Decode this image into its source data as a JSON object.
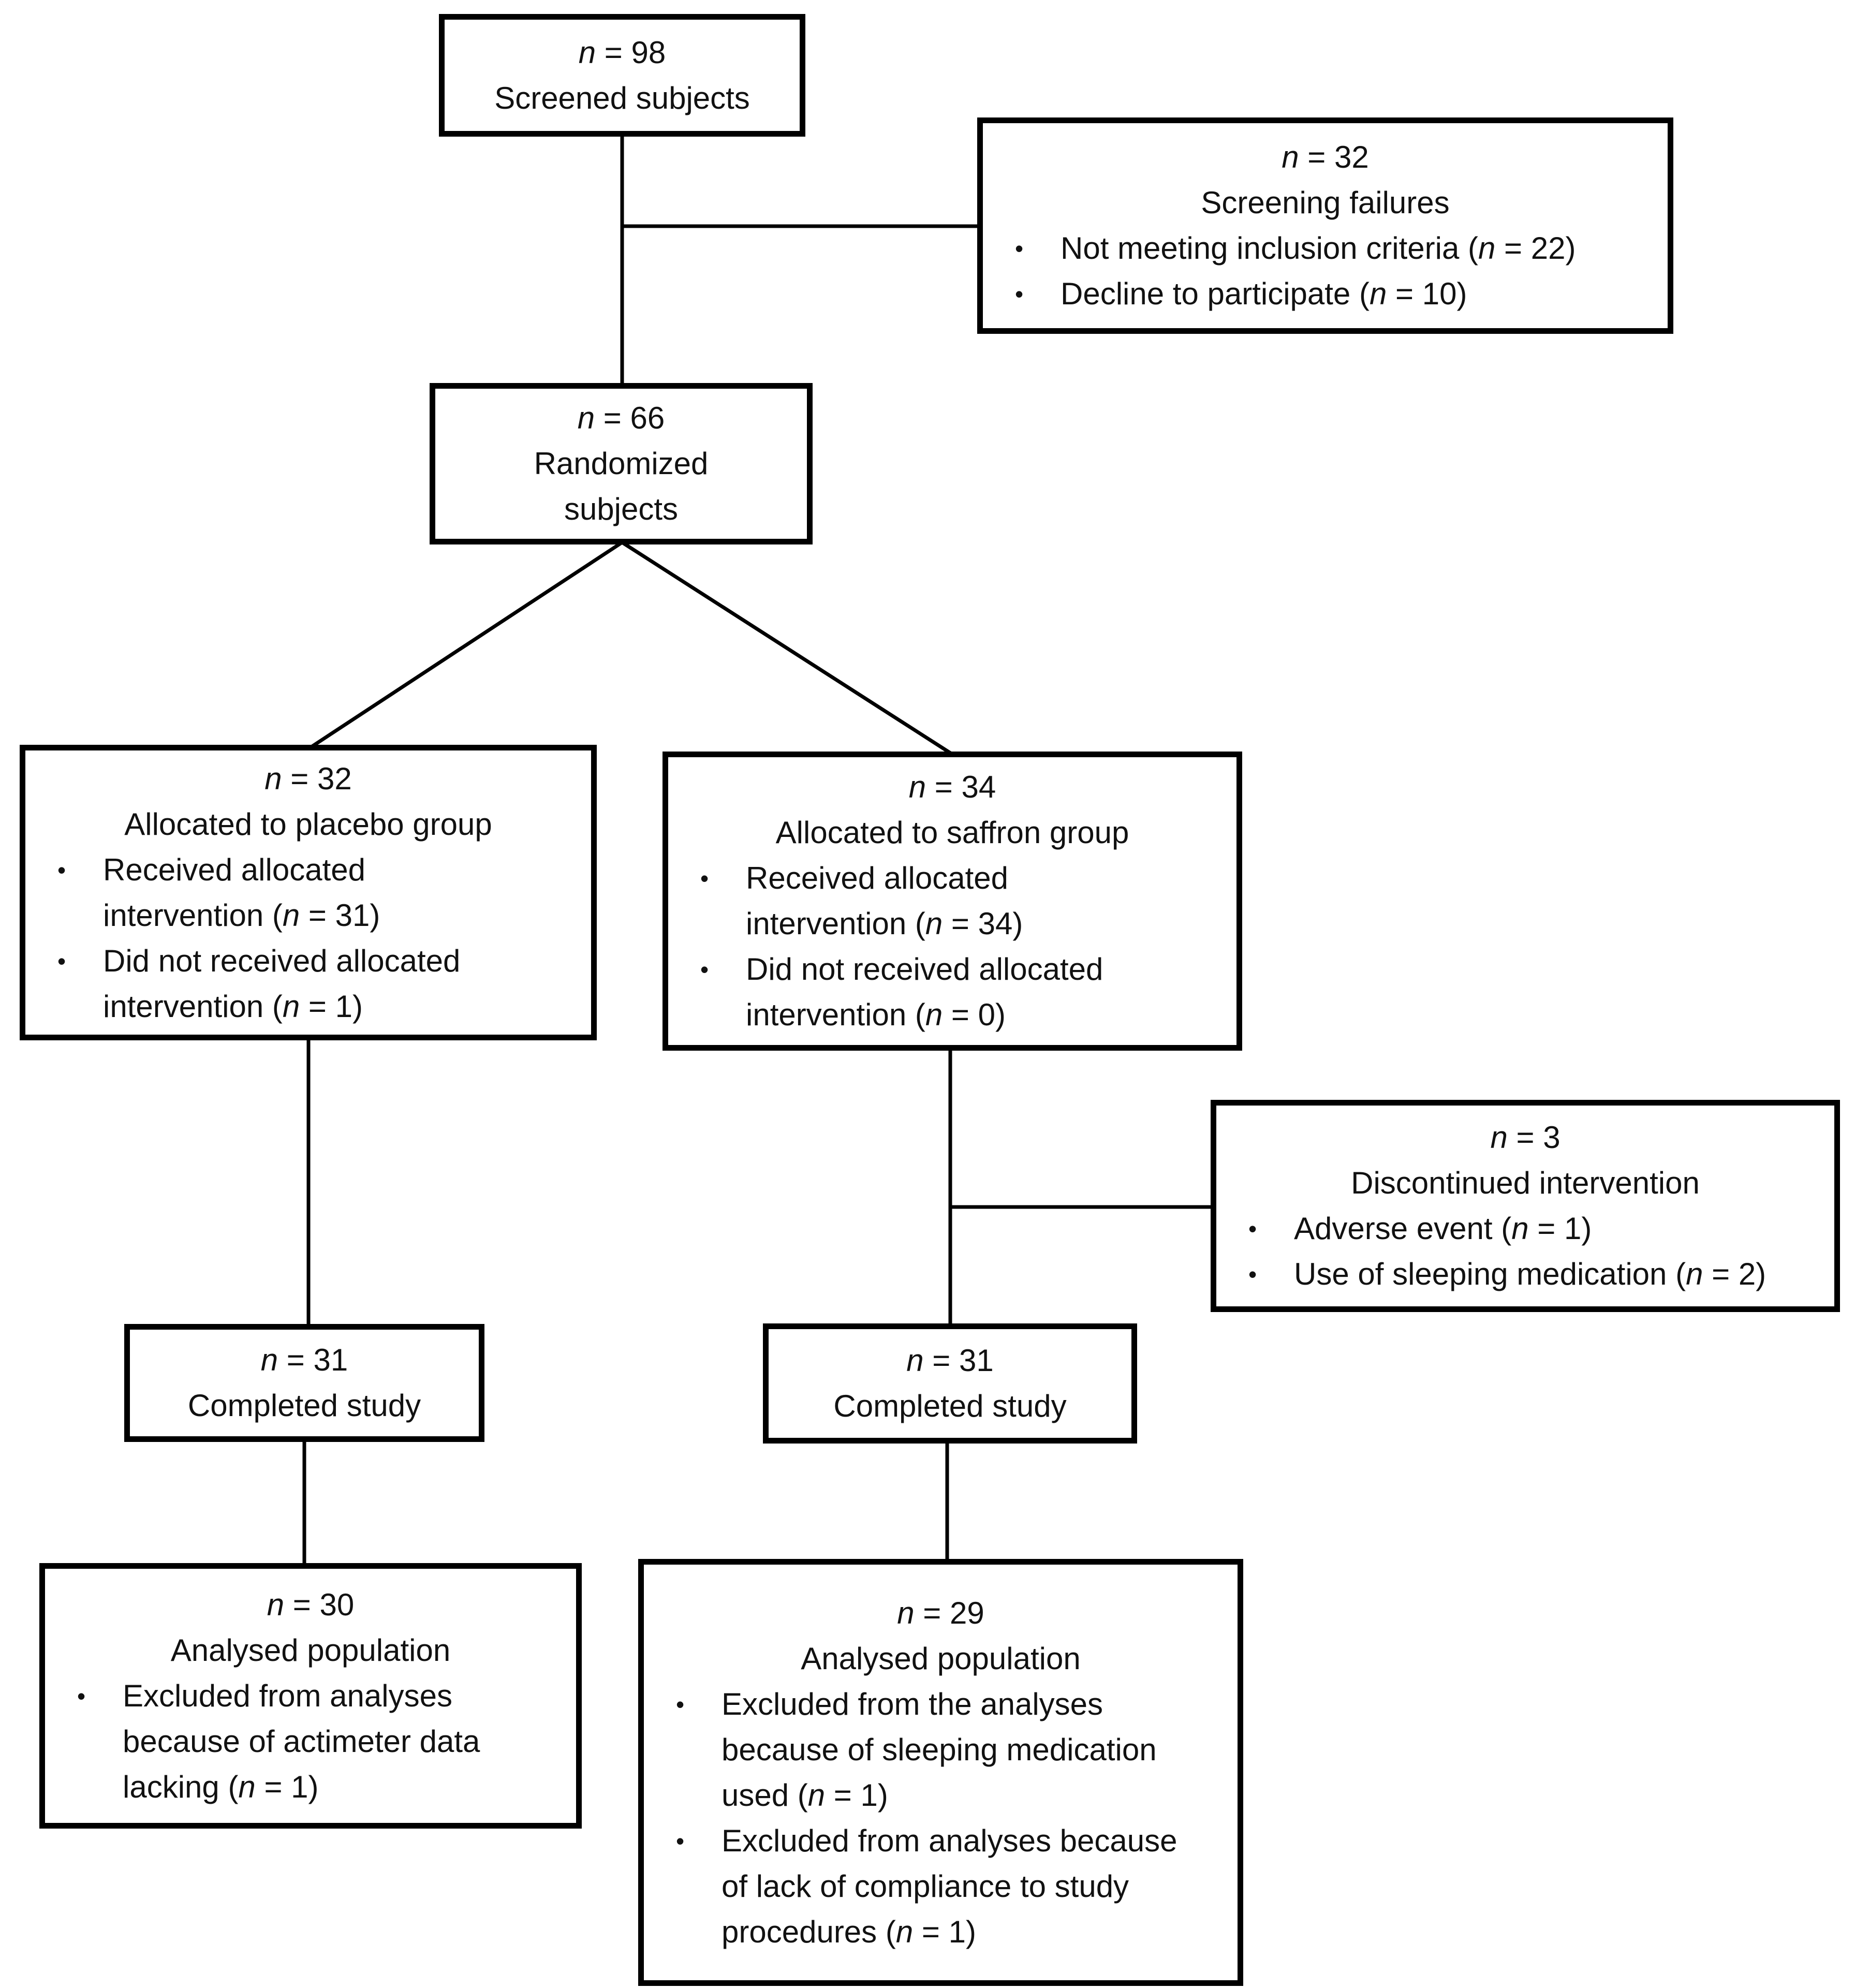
{
  "figure": {
    "type": "consort-flow-diagram",
    "bullet_char": "•",
    "colors": {
      "box_border": "#000000",
      "background": "#ffffff",
      "text": "#111111"
    },
    "boxes": {
      "screened": {
        "lines": [
          "*n* = 98",
          "Screened subjects"
        ]
      },
      "screening_failures": {
        "lines": [
          "*n* = 32",
          "Screening failures"
        ],
        "bullets": [
          [
            "Not meeting inclusion criteria (*n* = 22)"
          ],
          [
            "Decline to participate (*n* = 10)"
          ]
        ]
      },
      "randomized": {
        "lines": [
          "*n* = 66",
          "Randomized",
          "subjects"
        ]
      },
      "placebo": {
        "lines": [
          "*n* = 32",
          "Allocated to placebo group"
        ],
        "bullets": [
          [
            "Received allocated",
            "intervention (*n* = 31)"
          ],
          [
            "Did not received allocated",
            "intervention (*n* = 1)"
          ]
        ]
      },
      "saffron": {
        "lines": [
          "*n* = 34",
          "Allocated to saffron group"
        ],
        "bullets": [
          [
            "Received allocated",
            "intervention (*n* = 34)"
          ],
          [
            "Did not received allocated",
            "intervention (*n* = 0)"
          ]
        ]
      },
      "discontinued": {
        "lines": [
          "*n* = 3",
          "Discontinued intervention"
        ],
        "bullets": [
          [
            "Adverse event (*n* = 1)"
          ],
          [
            "Use of sleeping medication (*n* = 2)"
          ]
        ]
      },
      "completed_left": {
        "lines": [
          "*n* = 31",
          "Completed study"
        ]
      },
      "completed_right": {
        "lines": [
          "*n* = 31",
          "Completed study"
        ]
      },
      "analysed_left": {
        "lines": [
          "*n* = 30",
          "Analysed population"
        ],
        "bullets": [
          [
            "Excluded from analyses",
            "because of actimeter data",
            "lacking (*n* = 1)"
          ]
        ]
      },
      "analysed_right": {
        "lines": [
          "*n* = 29",
          "Analysed population"
        ],
        "bullets": [
          [
            "Excluded from the analyses",
            "because of sleeping medication",
            "used (*n* = 1)"
          ],
          [
            "Excluded from analyses because",
            "of lack of compliance to study",
            "procedures (*n* = 1)"
          ]
        ]
      }
    }
  }
}
